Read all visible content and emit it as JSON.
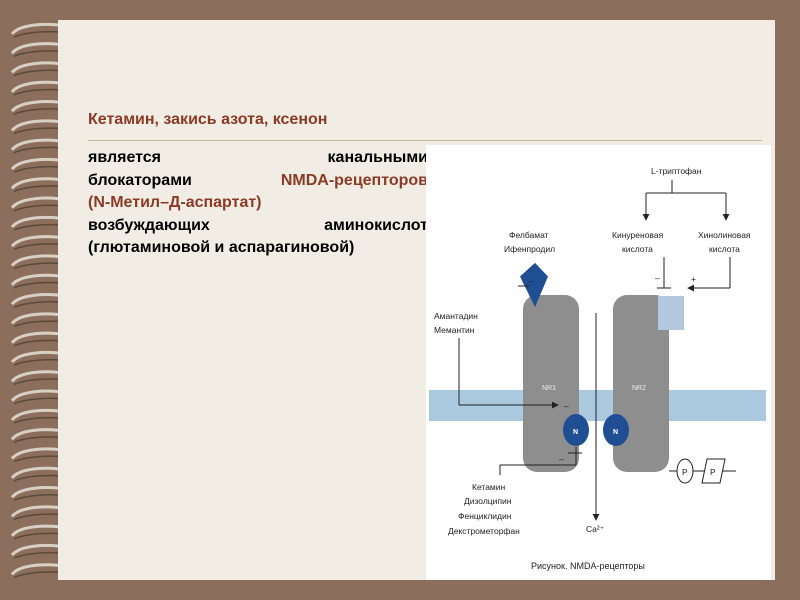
{
  "slide": {
    "title": "Кетамин, закись азота, ксенон",
    "lines": [
      [
        "является",
        "канальными"
      ],
      [
        "блокаторами",
        "NMDA-рецепторов"
      ],
      [
        "(N-Метил–Д-аспартат)"
      ],
      [
        "возбуждающих",
        "аминокислот"
      ],
      [
        "(глютаминовой и аспарагиновой)"
      ]
    ]
  },
  "figure": {
    "caption": "Рисунок. NMDA-рецепторы",
    "l_tryptophan": "L-триптофан",
    "felbamate": [
      "Фелбамат",
      "Ифенпродил"
    ],
    "kynurenic": [
      "Кинуреновая",
      "кислота"
    ],
    "quinolinic": [
      "Хинолиновая",
      "кислота"
    ],
    "amantadine": [
      "Амантадин",
      "Мемантин"
    ],
    "ketamine": [
      "Кетамин",
      "Дизолципин",
      "Фенциклидин",
      "Декстрометорфан"
    ],
    "nr1": "NR1",
    "nr2": "NR2",
    "n_label": "N",
    "ca": "Ca²⁺",
    "p_label": "P",
    "minus": "–",
    "plus": "+"
  }
}
